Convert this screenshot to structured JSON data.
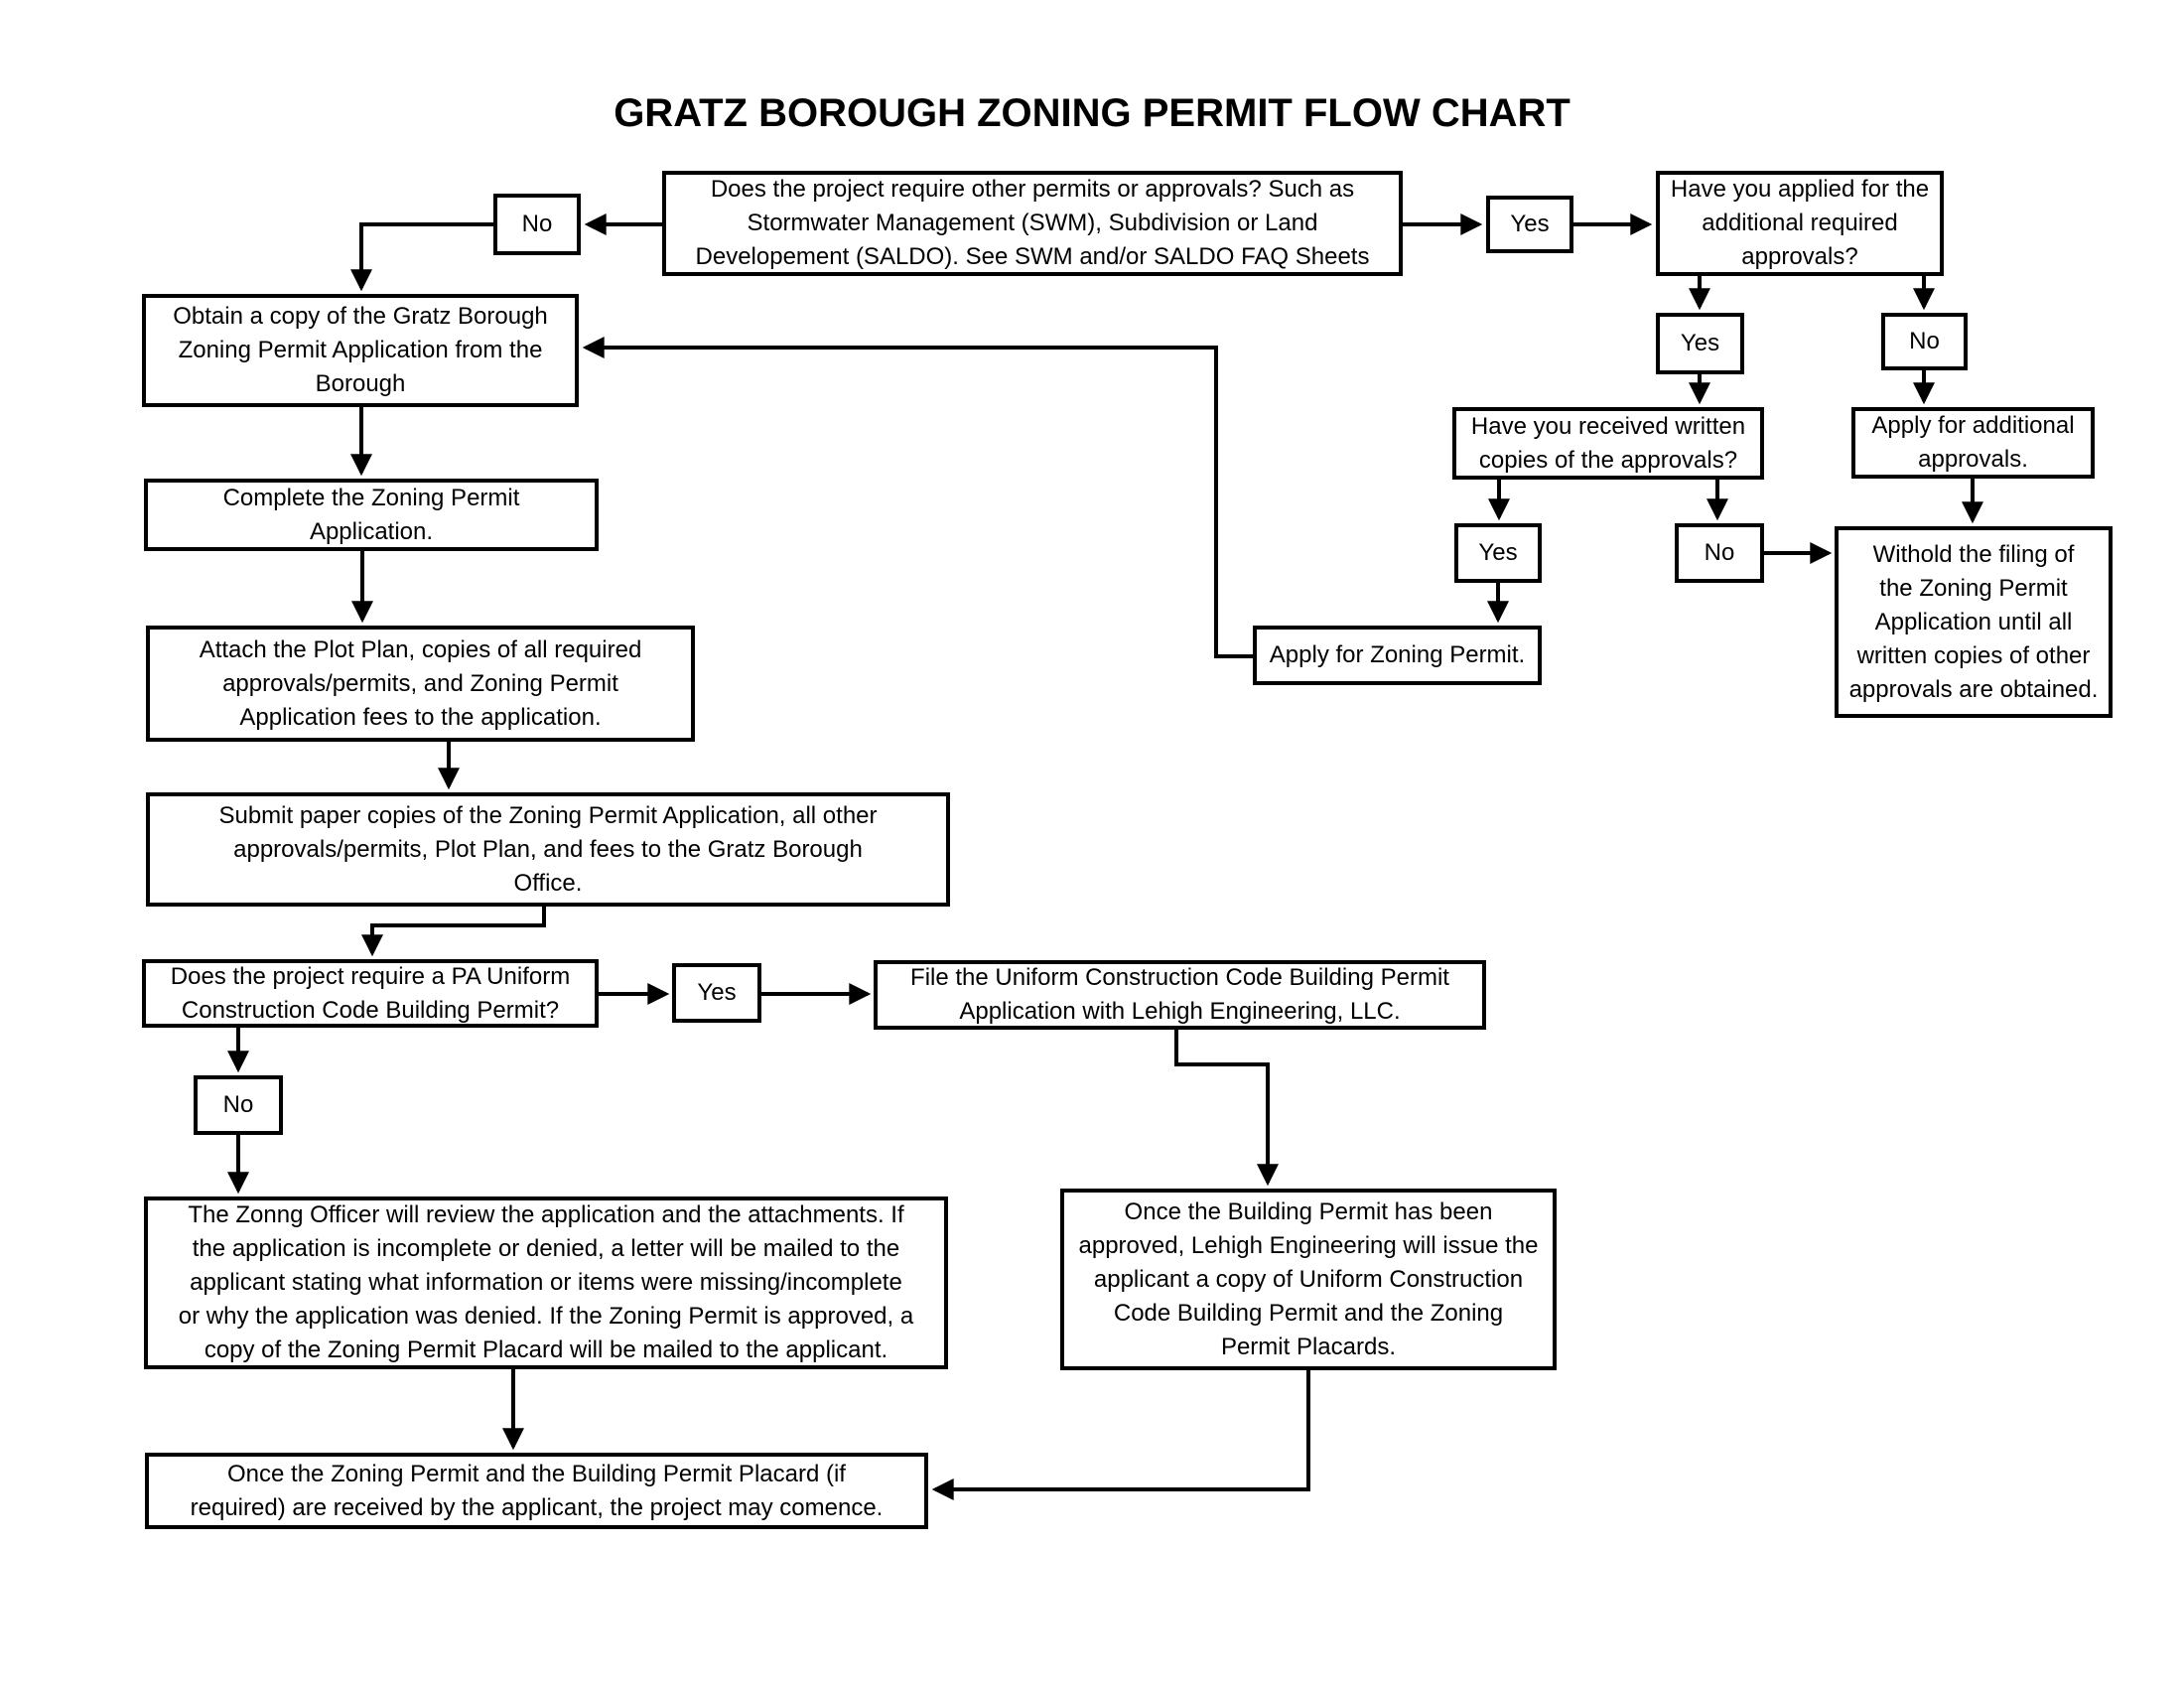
{
  "title": "GRATZ BOROUGH ZONING PERMIT FLOW CHART",
  "nodes": {
    "top_question": {
      "label": "Does the project require other permits or approvals? Such as\nStormwater Management (SWM), Subdivision or Land\nDevelopement (SALDO). See SWM and/or SALDO FAQ Sheets"
    },
    "no_top": {
      "label": "No"
    },
    "yes_top": {
      "label": "Yes"
    },
    "have_applied": {
      "label": "Have you applied for the\nadditional required\napprovals?"
    },
    "yes_applied": {
      "label": "Yes"
    },
    "no_applied": {
      "label": "No"
    },
    "have_received": {
      "label": "Have you received written\ncopies of the approvals?"
    },
    "apply_additional": {
      "label": "Apply for additional\napprovals."
    },
    "yes_received": {
      "label": "Yes"
    },
    "no_received": {
      "label": "No"
    },
    "withhold": {
      "label": "Withold the filing of\nthe Zoning Permit\nApplication until all\nwritten copies of other\napprovals are obtained."
    },
    "apply_zoning": {
      "label": "Apply for Zoning Permit."
    },
    "obtain": {
      "label": "Obtain a copy of the Gratz Borough\nZoning Permit Application from the\nBorough"
    },
    "complete": {
      "label": "Complete the Zoning Permit\nApplication."
    },
    "attach": {
      "label": "Attach the Plot Plan, copies of all required\napprovals/permits, and Zoning Permit\nApplication fees to the application."
    },
    "submit": {
      "label": "Submit paper copies of the Zoning Permit Application, all other\napprovals/permits, Plot Plan, and fees to the Gratz Borough\nOffice."
    },
    "does_ucc": {
      "label": "Does the project require a PA Uniform\nConstruction Code Building Permit?"
    },
    "yes_ucc": {
      "label": "Yes"
    },
    "file_ucc": {
      "label": "File the Uniform Construction Code Building Permit\nApplication with Lehigh Engineering, LLC."
    },
    "no_ucc": {
      "label": "No"
    },
    "zoning_officer": {
      "label": "The Zonng Officer will review the application and the attachments. If\nthe application is incomplete or denied, a letter will be mailed to the\napplicant stating what information or items were missing/incomplete\nor why the application was denied. If the Zoning Permit is approved, a\ncopy of the Zoning Permit Placard will be mailed to the applicant."
    },
    "once_building": {
      "label": "Once the Building Permit has been\napproved, Lehigh Engineering will issue the\napplicant a copy of Uniform Construction\nCode Building Permit and the Zoning\nPermit Placards."
    },
    "final": {
      "label": "Once the Zoning Permit and the Building Permit Placard (if\nrequired) are received by the applicant, the project may comence."
    }
  },
  "edges": [
    {
      "from": "top_question",
      "to": "no_top"
    },
    {
      "from": "no_top",
      "to": "obtain"
    },
    {
      "from": "top_question",
      "to": "yes_top"
    },
    {
      "from": "yes_top",
      "to": "have_applied"
    },
    {
      "from": "have_applied",
      "to": "yes_applied"
    },
    {
      "from": "have_applied",
      "to": "no_applied"
    },
    {
      "from": "yes_applied",
      "to": "have_received"
    },
    {
      "from": "no_applied",
      "to": "apply_additional"
    },
    {
      "from": "have_received",
      "to": "yes_received"
    },
    {
      "from": "have_received",
      "to": "no_received"
    },
    {
      "from": "no_received",
      "to": "withhold"
    },
    {
      "from": "apply_additional",
      "to": "withhold"
    },
    {
      "from": "yes_received",
      "to": "apply_zoning"
    },
    {
      "from": "apply_zoning",
      "to": "obtain"
    },
    {
      "from": "obtain",
      "to": "complete"
    },
    {
      "from": "complete",
      "to": "attach"
    },
    {
      "from": "attach",
      "to": "submit"
    },
    {
      "from": "submit",
      "to": "does_ucc"
    },
    {
      "from": "does_ucc",
      "to": "yes_ucc"
    },
    {
      "from": "yes_ucc",
      "to": "file_ucc"
    },
    {
      "from": "does_ucc",
      "to": "no_ucc"
    },
    {
      "from": "no_ucc",
      "to": "zoning_officer"
    },
    {
      "from": "file_ucc",
      "to": "once_building"
    },
    {
      "from": "zoning_officer",
      "to": "final"
    },
    {
      "from": "once_building",
      "to": "final"
    }
  ]
}
